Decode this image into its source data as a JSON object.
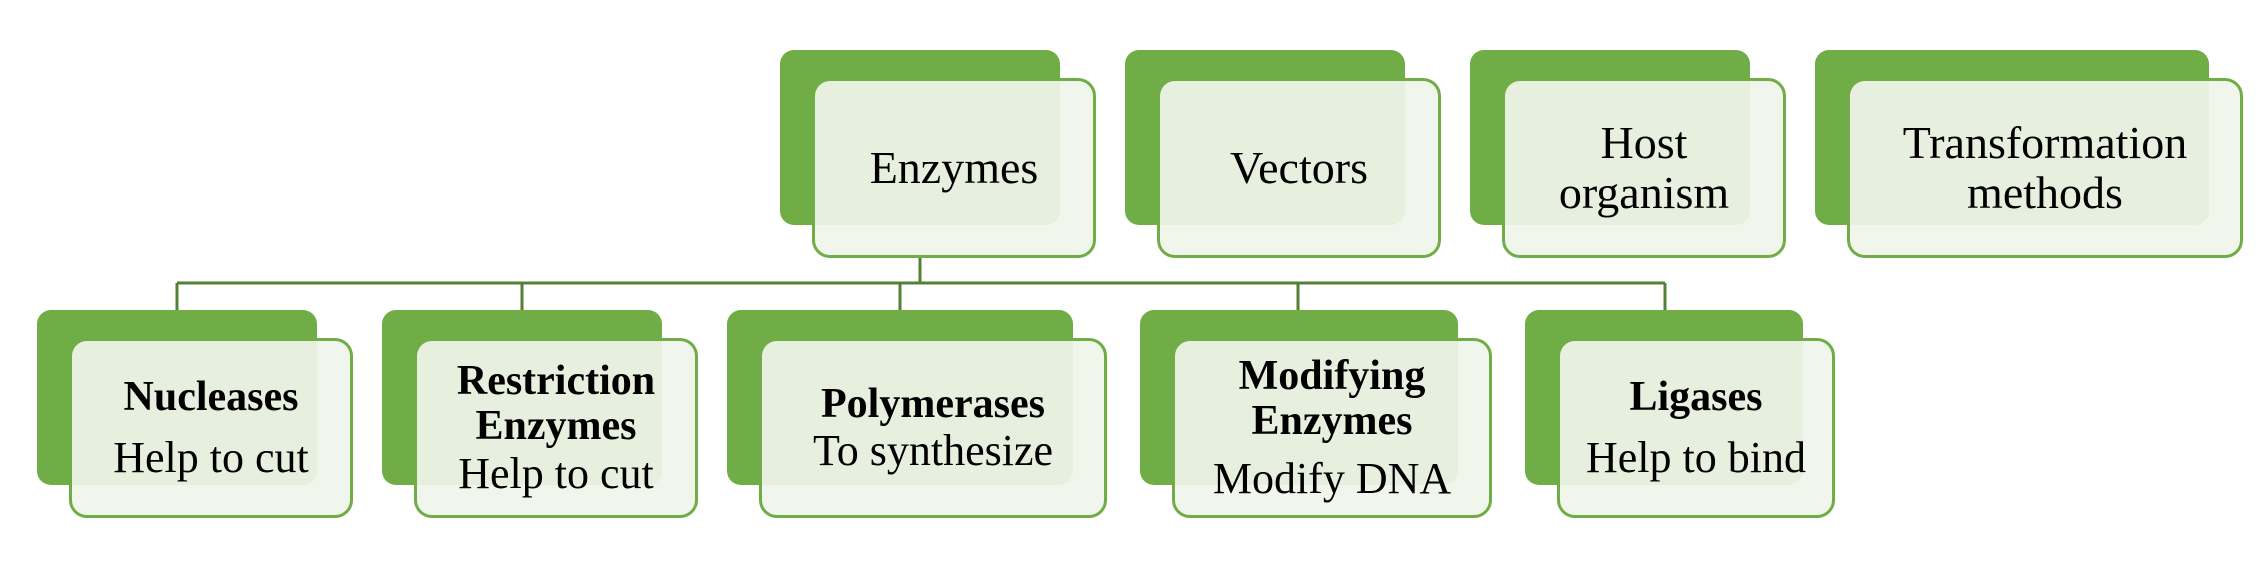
{
  "top_row": [
    {
      "id": "enzymes",
      "label": "Enzymes"
    },
    {
      "id": "vectors",
      "label": "Vectors"
    },
    {
      "id": "host-organism",
      "label": "Host organism"
    },
    {
      "id": "transformation-methods",
      "label": "Transformation methods"
    }
  ],
  "enzyme_types": [
    {
      "id": "nucleases",
      "title": "Nucleases",
      "description": "Help to cut"
    },
    {
      "id": "restriction-enzymes",
      "title": "Restriction Enzymes",
      "description": "Help to cut"
    },
    {
      "id": "polymerases",
      "title": "Polymerases",
      "description": "To synthesize"
    },
    {
      "id": "modifying-enzymes",
      "title": "Modifying Enzymes",
      "description": "Modify DNA"
    },
    {
      "id": "ligases",
      "title": "Ligases",
      "description": "Help to bind"
    }
  ],
  "colors": {
    "accent": "#70ad47",
    "box_fill": "#f0f5eb",
    "connector": "#548235"
  }
}
